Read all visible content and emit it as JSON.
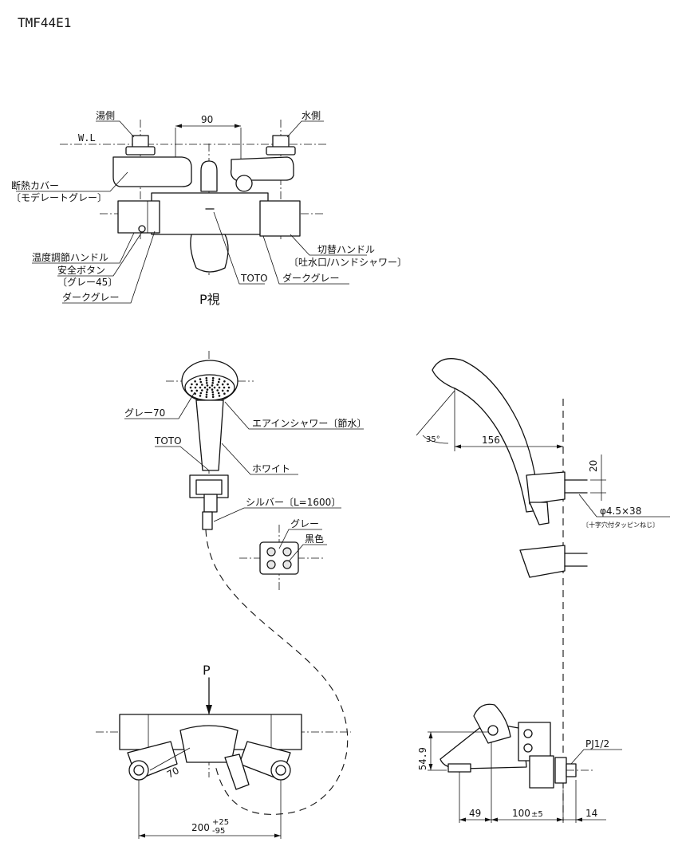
{
  "model": "TMF44E1",
  "top_view": {
    "hot_side": "湯側",
    "cold_side": "水側",
    "water_line": "W.L",
    "dim_90": "90",
    "insulation_cover": "断熱カバー",
    "insulation_cover_sub": "〔モデレートグレー〕",
    "temp_handle": "温度調節ハンドル",
    "safety_button": "安全ボタン",
    "safety_button_sub": "〔グレー45〕",
    "dark_gray_left": "ダークグレー",
    "switch_handle": "切替ハンドル",
    "switch_handle_sub": "〔吐水口/ハンドシャワー〕",
    "toto": "TOTO",
    "dark_gray_right": "ダークグレー",
    "view_label": "P視"
  },
  "shower": {
    "gray70": "グレー70",
    "air_in_shower": "エアインシャワー〔節水〕",
    "toto": "TOTO",
    "white": "ホワイト",
    "silver_hose": "シルバー〔L=1600〕",
    "gray": "グレー",
    "black": "黒色"
  },
  "side_view": {
    "angle": "35°",
    "dim_156": "156",
    "dim_20": "20",
    "screw": "φ4.5×38",
    "screw_sub": "〔十字穴付タッピンねじ〕",
    "pipe": "PJ1/2",
    "dim_549": "54.9",
    "dim_49": "49",
    "dim_100": "100",
    "dim_100_tol": "±5",
    "dim_14": "14"
  },
  "front_view": {
    "p_label": "P",
    "dim_70": "70",
    "dim_200": "200",
    "tol_plus": "+25",
    "tol_minus": "-95"
  }
}
